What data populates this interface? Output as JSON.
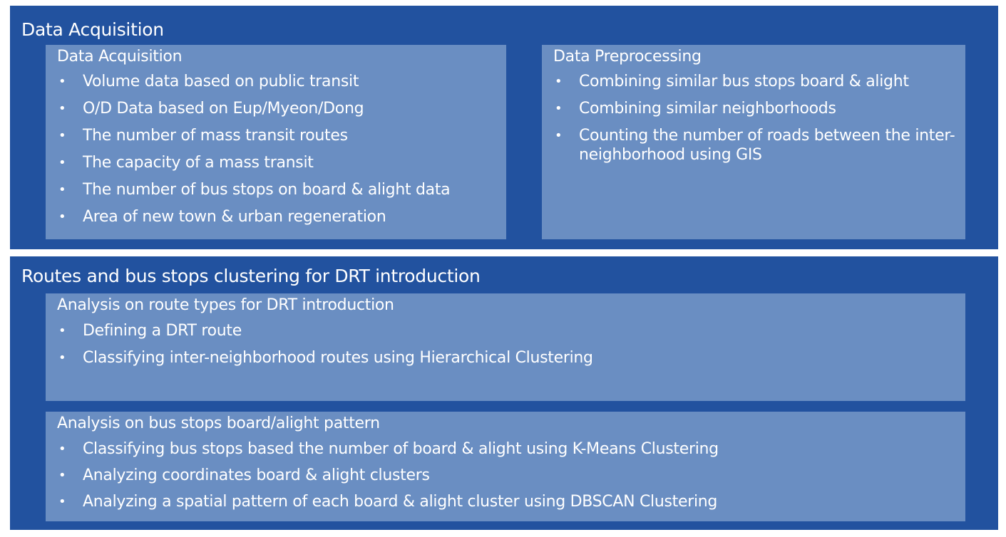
{
  "sections": [
    {
      "title": "Data Acquisition",
      "boxes": [
        {
          "title": "Data Acquisition",
          "items": [
            "Volume data based on public transit",
            "O/D Data based on Eup/Myeon/Dong",
            "The number of mass transit routes",
            "The capacity of a mass transit",
            "The number of bus stops on board & alight data",
            "Area of new town & urban regeneration"
          ]
        },
        {
          "title": "Data Preprocessing",
          "items": [
            "Combining similar bus stops board & alight",
            "Combining similar neighborhoods",
            "Counting the number of roads between the inter-neighborhood using GIS"
          ]
        }
      ]
    },
    {
      "title": "Routes and bus stops clustering for DRT introduction",
      "boxes": [
        {
          "title": "Analysis on route types for DRT introduction",
          "items": [
            "Defining a DRT route",
            "Classifying inter-neighborhood routes using Hierarchical Clustering"
          ]
        },
        {
          "title": "Analysis on bus stops board/alight pattern",
          "items": [
            "Classifying bus stops based the number of board & alight using K-Means Clustering",
            "Analyzing coordinates board & alight clusters",
            "Analyzing a spatial pattern of each board & alight cluster using DBSCAN Clustering"
          ]
        }
      ]
    }
  ],
  "bullet_glyph": "•",
  "colors": {
    "section_bg": "#22529f",
    "box_bg": "#6a8ec2",
    "text": "#ffffff"
  }
}
